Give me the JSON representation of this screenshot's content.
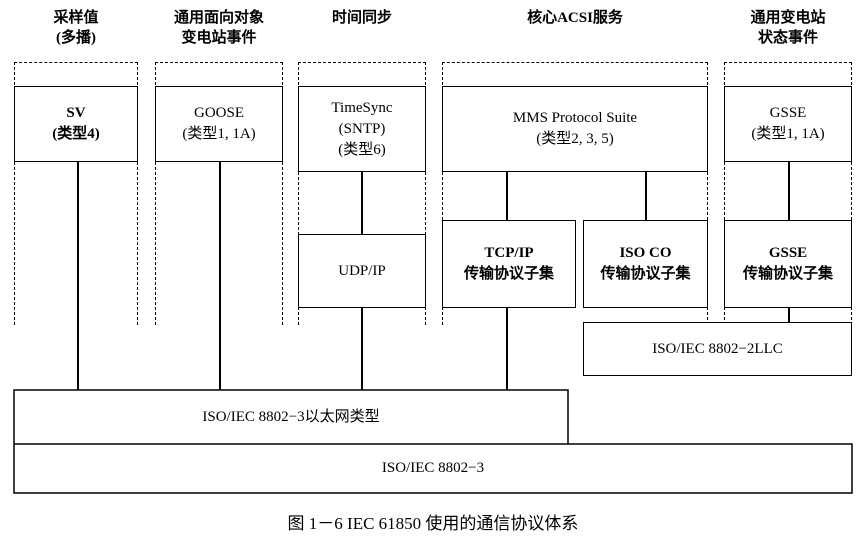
{
  "headers": {
    "sv": "采样值\n(多播)",
    "goose": "通用面向对象\n变电站事件",
    "timesync": "时间同步",
    "acsi": "核心ACSI服务",
    "gsse": "通用变电站\n状态事件"
  },
  "boxes": {
    "sv": "SV\n(类型4)",
    "goose": "GOOSE\n(类型1, 1A)",
    "timesync": "TimeSync\n(SNTP)\n(类型6)",
    "mms": "MMS Protocol Suite\n(类型2, 3, 5)",
    "gsse": "GSSE\n(类型1, 1A)",
    "udp": "UDP/IP",
    "tcp": "TCP/IP\n传输协议子集",
    "isoco": "ISO CO\n传输协议子集",
    "gsse_transport": "GSSE\n传输协议子集",
    "llc": "ISO/IEC 8802−2LLC",
    "ethertype": "ISO/IEC 8802−3以太网类型",
    "eth": "ISO/IEC 8802−3"
  },
  "caption": "图 1－6   IEC 61850 使用的通信协议体系"
}
